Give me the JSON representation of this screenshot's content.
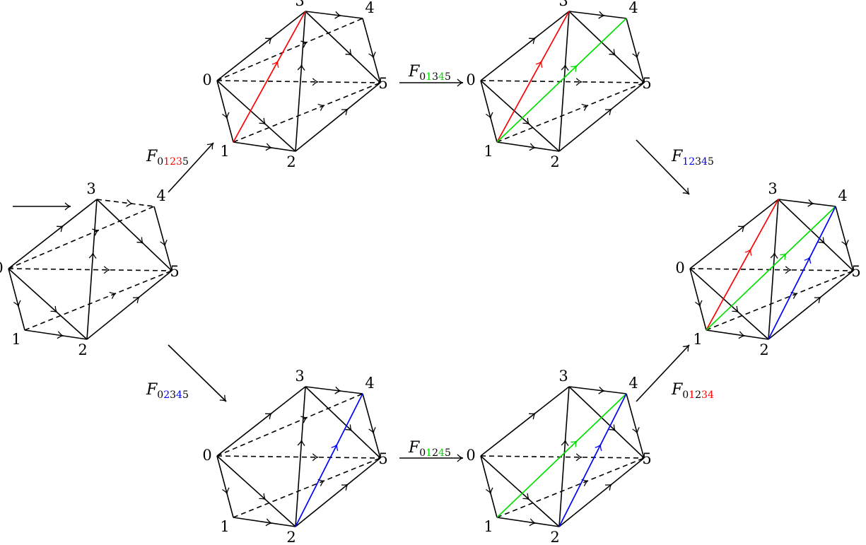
{
  "colors": {
    "edge": "#000000",
    "red": "#ff0000",
    "green": "#00e000",
    "blue": "#0000ff",
    "background": "#ffffff"
  },
  "vertex_labels": [
    "0",
    "1",
    "2",
    "3",
    "4",
    "5"
  ],
  "maps": [
    {
      "id": "F01235",
      "symbol": "F",
      "digits": [
        {
          "d": "0",
          "c": "black"
        },
        {
          "d": "1",
          "c": "red"
        },
        {
          "d": "2",
          "c": "red"
        },
        {
          "d": "3",
          "c": "red"
        },
        {
          "d": "5",
          "c": "black"
        }
      ]
    },
    {
      "id": "F01345",
      "symbol": "F",
      "digits": [
        {
          "d": "0",
          "c": "black"
        },
        {
          "d": "1",
          "c": "green"
        },
        {
          "d": "3",
          "c": "black"
        },
        {
          "d": "4",
          "c": "green"
        },
        {
          "d": "5",
          "c": "black"
        }
      ]
    },
    {
      "id": "F12345",
      "symbol": "F",
      "digits": [
        {
          "d": "1",
          "c": "blue"
        },
        {
          "d": "2",
          "c": "blue"
        },
        {
          "d": "3",
          "c": "black"
        },
        {
          "d": "4",
          "c": "blue"
        },
        {
          "d": "5",
          "c": "black"
        }
      ]
    },
    {
      "id": "F02345",
      "symbol": "F",
      "digits": [
        {
          "d": "0",
          "c": "black"
        },
        {
          "d": "2",
          "c": "blue"
        },
        {
          "d": "3",
          "c": "black"
        },
        {
          "d": "4",
          "c": "blue"
        },
        {
          "d": "5",
          "c": "black"
        }
      ]
    },
    {
      "id": "F01245",
      "symbol": "F",
      "digits": [
        {
          "d": "0",
          "c": "black"
        },
        {
          "d": "1",
          "c": "green"
        },
        {
          "d": "2",
          "c": "black"
        },
        {
          "d": "4",
          "c": "green"
        },
        {
          "d": "5",
          "c": "black"
        }
      ]
    },
    {
      "id": "F01234",
      "symbol": "F",
      "digits": [
        {
          "d": "0",
          "c": "black"
        },
        {
          "d": "1",
          "c": "red"
        },
        {
          "d": "2",
          "c": "black"
        },
        {
          "d": "3",
          "c": "red"
        },
        {
          "d": "4",
          "c": "red"
        }
      ]
    }
  ],
  "triangulations": [
    {
      "id": "initial",
      "edges": [
        {
          "a": 0,
          "b": 1,
          "s": "solid",
          "c": "black"
        },
        {
          "a": 1,
          "b": 2,
          "s": "solid",
          "c": "black"
        },
        {
          "a": 2,
          "b": 5,
          "s": "solid",
          "c": "black"
        },
        {
          "a": 4,
          "b": 5,
          "s": "solid",
          "c": "black"
        },
        {
          "a": 3,
          "b": 4,
          "s": "dashed",
          "c": "black"
        },
        {
          "a": 0,
          "b": 3,
          "s": "solid",
          "c": "black"
        },
        {
          "a": 0,
          "b": 2,
          "s": "solid",
          "c": "black"
        },
        {
          "a": 2,
          "b": 3,
          "s": "solid",
          "c": "black"
        },
        {
          "a": 3,
          "b": 5,
          "s": "solid",
          "c": "black"
        },
        {
          "a": 0,
          "b": 4,
          "s": "dashed",
          "c": "black"
        },
        {
          "a": 0,
          "b": 5,
          "s": "dashed",
          "c": "black"
        },
        {
          "a": 1,
          "b": 5,
          "s": "dashed",
          "c": "black"
        }
      ]
    },
    {
      "id": "after-F01235",
      "edges": [
        {
          "a": 0,
          "b": 1,
          "s": "solid",
          "c": "black"
        },
        {
          "a": 1,
          "b": 2,
          "s": "solid",
          "c": "black"
        },
        {
          "a": 2,
          "b": 5,
          "s": "solid",
          "c": "black"
        },
        {
          "a": 4,
          "b": 5,
          "s": "solid",
          "c": "black"
        },
        {
          "a": 3,
          "b": 4,
          "s": "solid",
          "c": "black"
        },
        {
          "a": 0,
          "b": 3,
          "s": "solid",
          "c": "black"
        },
        {
          "a": 0,
          "b": 2,
          "s": "solid",
          "c": "black"
        },
        {
          "a": 2,
          "b": 3,
          "s": "solid",
          "c": "black"
        },
        {
          "a": 3,
          "b": 5,
          "s": "solid",
          "c": "black"
        },
        {
          "a": 0,
          "b": 4,
          "s": "dashed",
          "c": "black"
        },
        {
          "a": 0,
          "b": 5,
          "s": "dashed",
          "c": "black"
        },
        {
          "a": 1,
          "b": 5,
          "s": "dashed",
          "c": "black"
        },
        {
          "a": 1,
          "b": 3,
          "s": "solid",
          "c": "red"
        }
      ]
    },
    {
      "id": "after-F01345",
      "edges": [
        {
          "a": 0,
          "b": 1,
          "s": "solid",
          "c": "black"
        },
        {
          "a": 1,
          "b": 2,
          "s": "solid",
          "c": "black"
        },
        {
          "a": 2,
          "b": 5,
          "s": "solid",
          "c": "black"
        },
        {
          "a": 4,
          "b": 5,
          "s": "solid",
          "c": "black"
        },
        {
          "a": 3,
          "b": 4,
          "s": "solid",
          "c": "black"
        },
        {
          "a": 0,
          "b": 3,
          "s": "solid",
          "c": "black"
        },
        {
          "a": 0,
          "b": 2,
          "s": "solid",
          "c": "black"
        },
        {
          "a": 2,
          "b": 3,
          "s": "solid",
          "c": "black"
        },
        {
          "a": 3,
          "b": 5,
          "s": "solid",
          "c": "black"
        },
        {
          "a": 0,
          "b": 5,
          "s": "dashed",
          "c": "black"
        },
        {
          "a": 1,
          "b": 5,
          "s": "dashed",
          "c": "black"
        },
        {
          "a": 1,
          "b": 3,
          "s": "solid",
          "c": "red"
        },
        {
          "a": 1,
          "b": 4,
          "s": "solid",
          "c": "green"
        }
      ]
    },
    {
      "id": "final",
      "edges": [
        {
          "a": 0,
          "b": 1,
          "s": "solid",
          "c": "black"
        },
        {
          "a": 1,
          "b": 2,
          "s": "solid",
          "c": "black"
        },
        {
          "a": 2,
          "b": 5,
          "s": "solid",
          "c": "black"
        },
        {
          "a": 4,
          "b": 5,
          "s": "solid",
          "c": "black"
        },
        {
          "a": 3,
          "b": 4,
          "s": "solid",
          "c": "black"
        },
        {
          "a": 0,
          "b": 3,
          "s": "solid",
          "c": "black"
        },
        {
          "a": 0,
          "b": 2,
          "s": "solid",
          "c": "black"
        },
        {
          "a": 2,
          "b": 3,
          "s": "solid",
          "c": "black"
        },
        {
          "a": 3,
          "b": 5,
          "s": "solid",
          "c": "black"
        },
        {
          "a": 0,
          "b": 5,
          "s": "dashed",
          "c": "black"
        },
        {
          "a": 1,
          "b": 5,
          "s": "dashed",
          "c": "black"
        },
        {
          "a": 1,
          "b": 3,
          "s": "solid",
          "c": "red"
        },
        {
          "a": 1,
          "b": 4,
          "s": "solid",
          "c": "green"
        },
        {
          "a": 2,
          "b": 4,
          "s": "solid",
          "c": "blue"
        }
      ]
    },
    {
      "id": "after-F02345",
      "edges": [
        {
          "a": 0,
          "b": 1,
          "s": "solid",
          "c": "black"
        },
        {
          "a": 1,
          "b": 2,
          "s": "solid",
          "c": "black"
        },
        {
          "a": 2,
          "b": 5,
          "s": "solid",
          "c": "black"
        },
        {
          "a": 4,
          "b": 5,
          "s": "solid",
          "c": "black"
        },
        {
          "a": 3,
          "b": 4,
          "s": "solid",
          "c": "black"
        },
        {
          "a": 0,
          "b": 3,
          "s": "solid",
          "c": "black"
        },
        {
          "a": 0,
          "b": 2,
          "s": "solid",
          "c": "black"
        },
        {
          "a": 2,
          "b": 3,
          "s": "solid",
          "c": "black"
        },
        {
          "a": 3,
          "b": 5,
          "s": "solid",
          "c": "black"
        },
        {
          "a": 0,
          "b": 4,
          "s": "dashed",
          "c": "black"
        },
        {
          "a": 0,
          "b": 5,
          "s": "dashed",
          "c": "black"
        },
        {
          "a": 1,
          "b": 5,
          "s": "dashed",
          "c": "black"
        },
        {
          "a": 2,
          "b": 4,
          "s": "solid",
          "c": "blue"
        }
      ]
    },
    {
      "id": "after-F01245",
      "edges": [
        {
          "a": 0,
          "b": 1,
          "s": "solid",
          "c": "black"
        },
        {
          "a": 1,
          "b": 2,
          "s": "solid",
          "c": "black"
        },
        {
          "a": 2,
          "b": 5,
          "s": "solid",
          "c": "black"
        },
        {
          "a": 4,
          "b": 5,
          "s": "solid",
          "c": "black"
        },
        {
          "a": 3,
          "b": 4,
          "s": "solid",
          "c": "black"
        },
        {
          "a": 0,
          "b": 3,
          "s": "solid",
          "c": "black"
        },
        {
          "a": 0,
          "b": 2,
          "s": "solid",
          "c": "black"
        },
        {
          "a": 2,
          "b": 3,
          "s": "solid",
          "c": "black"
        },
        {
          "a": 3,
          "b": 5,
          "s": "solid",
          "c": "black"
        },
        {
          "a": 0,
          "b": 5,
          "s": "dashed",
          "c": "black"
        },
        {
          "a": 1,
          "b": 5,
          "s": "dashed",
          "c": "black"
        },
        {
          "a": 1,
          "b": 4,
          "s": "solid",
          "c": "green"
        },
        {
          "a": 2,
          "b": 4,
          "s": "solid",
          "c": "blue"
        }
      ]
    }
  ]
}
